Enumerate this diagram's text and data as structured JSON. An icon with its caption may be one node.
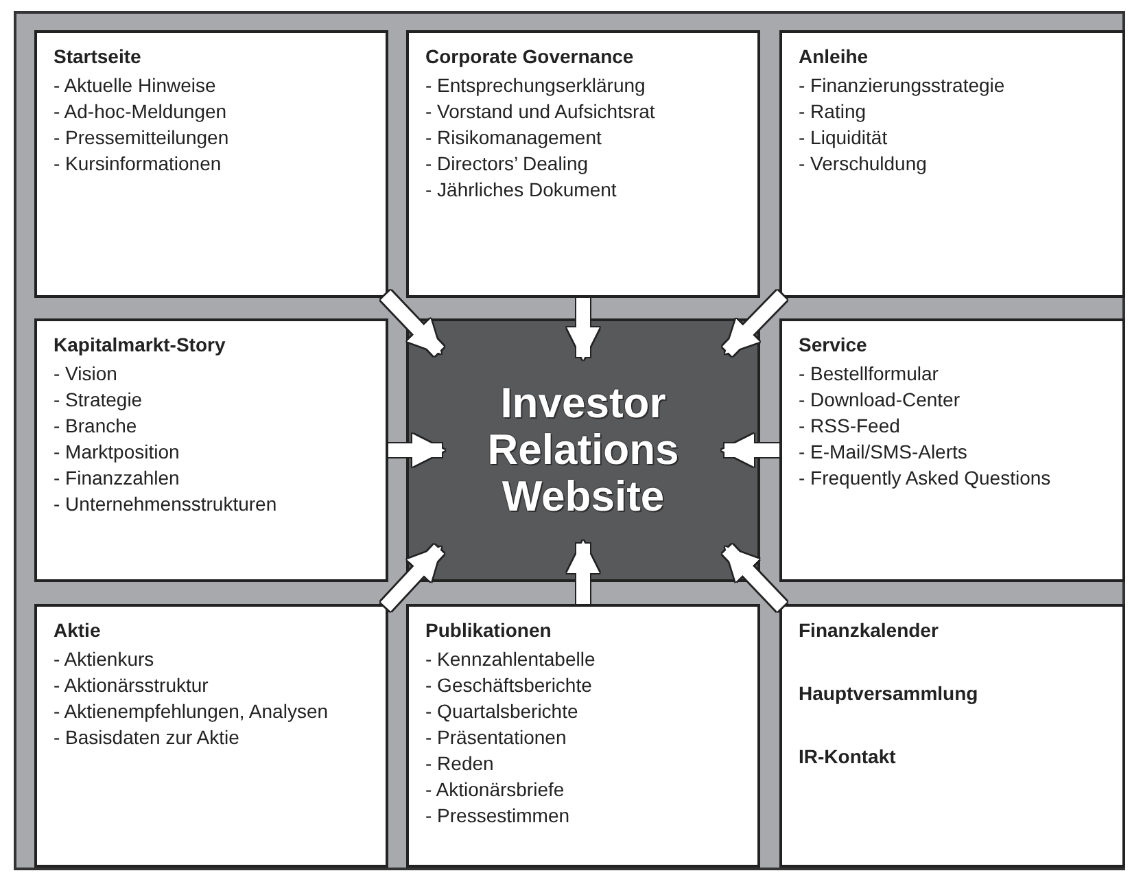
{
  "diagram": {
    "nodes": [
      {
        "text": [
          "Startseite",
          "- Aktuelle Hinweise",
          "- Ad-hoc-Meldungen",
          "- Pressemitteilungen",
          "- Kursinformationen"
        ]
      },
      {
        "text": [
          "Corporate Governance",
          "- Entsprechungserklärung",
          "- Vorstand und Aufsichtsrat",
          "- Risikomanagement",
          "- Directors’ Dealing",
          "- Jährliches Dokument"
        ]
      },
      {
        "text": [
          "Anleihe",
          "- Finanzierungsstrategie",
          "- Rating",
          "- Liquidität",
          "- Verschuldung"
        ]
      },
      {
        "text": [
          "Kapitalmarkt-Story",
          "- Vision",
          "- Strategie",
          "- Branche",
          "- Marktposition",
          "- Finanzzahlen",
          "- Unternehmensstrukturen"
        ]
      },
      {
        "text": [
          "Investor Relations Website"
        ]
      },
      {
        "text": [
          "Service",
          "- Bestellformular",
          "- Download-Center",
          "- RSS-Feed",
          "- E-Mail/SMS-Alerts",
          "- Frequently Asked Questions"
        ]
      },
      {
        "text": [
          "Aktie",
          "- Aktienkurs",
          "- Aktionärsstruktur",
          "- Aktienempfehlungen, Analysen",
          "- Basisdaten zur Aktie"
        ]
      },
      {
        "text": [
          "Publikationen",
          "- Kennzahlentabelle",
          "- Geschäftsberichte",
          "- Quartalsberichte",
          "- Präsentationen",
          "- Reden",
          "- Aktionärsbriefe",
          "- Pressestimmen"
        ]
      },
      {
        "text": [
          "Finanzkalender",
          "Hauptversammlung",
          "IR-Kontakt"
        ]
      }
    ],
    "edges": [
      {
        "from": 0,
        "to": 4,
        "arrow": "to"
      },
      {
        "from": 1,
        "to": 4,
        "arrow": "to"
      },
      {
        "from": 2,
        "to": 4,
        "arrow": "to"
      },
      {
        "from": 3,
        "to": 4,
        "arrow": "to"
      },
      {
        "from": 5,
        "to": 4,
        "arrow": "to"
      },
      {
        "from": 6,
        "to": 4,
        "arrow": "to"
      },
      {
        "from": 7,
        "to": 4,
        "arrow": "to"
      },
      {
        "from": 8,
        "to": 4,
        "arrow": "to"
      }
    ]
  }
}
